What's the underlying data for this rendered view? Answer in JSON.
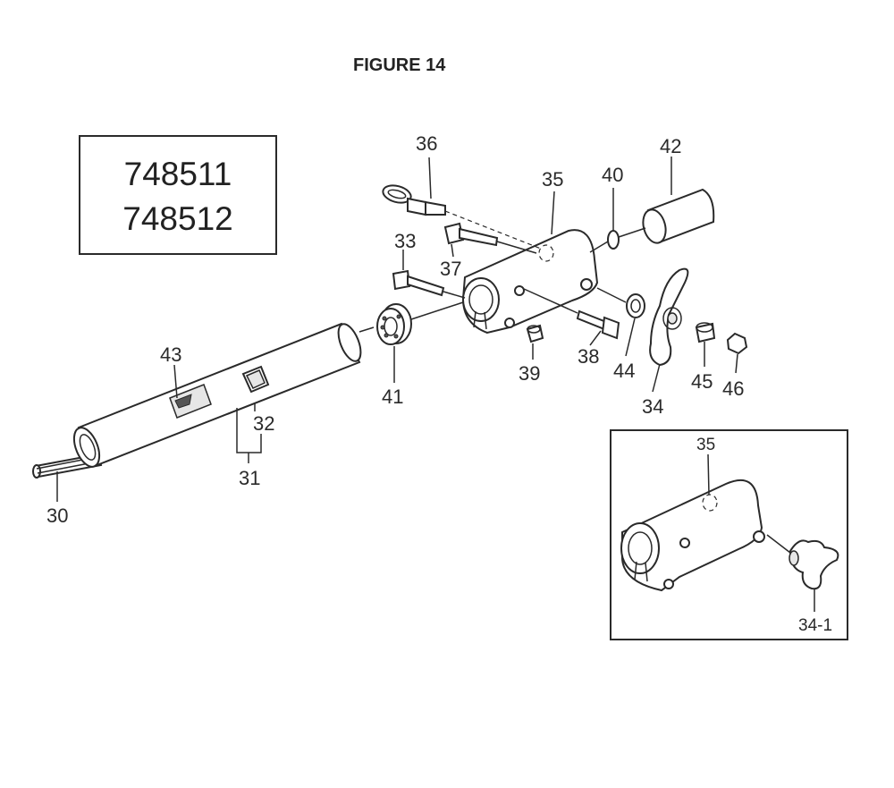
{
  "figure_title": "FIGURE 14",
  "model_numbers": [
    "748511",
    "748512"
  ],
  "part_labels": {
    "p30": "30",
    "p31": "31",
    "p32": "32",
    "p33": "33",
    "p34": "34",
    "p34_1": "34-1",
    "p35": "35",
    "p35_inset": "35",
    "p36": "36",
    "p37": "37",
    "p38": "38",
    "p39": "39",
    "p40": "40",
    "p41": "41",
    "p42": "42",
    "p43": "43",
    "p44": "44",
    "p45": "45",
    "p46": "46"
  }
}
